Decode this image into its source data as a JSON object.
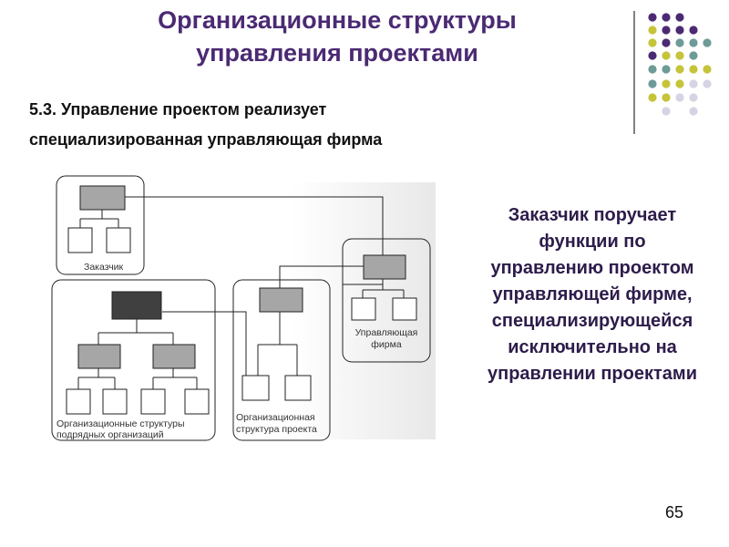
{
  "slide": {
    "title_line1": "Организационные структуры",
    "title_line2": "управления проектами",
    "subtitle_line1": "5.3. Управление проектом реализует",
    "subtitle_line2": "специализированная управляющая фирма",
    "side_text": [
      "Заказчик поручает",
      "функции по",
      "управлению проектом",
      "управляющей фирме,",
      "специализирующейся",
      "исключительно на",
      "управлении проектами"
    ],
    "page_number": "65"
  },
  "diagram": {
    "customer_label": "Заказчик",
    "firm_label_line1": "Управляющая",
    "firm_label_line2": "фирма",
    "contractors_label_line1": "Организационные структуры",
    "contractors_label_line2": "подрядных организаций",
    "project_label_line1": "Организационная",
    "project_label_line2": "структура проекта"
  },
  "colors": {
    "title": "#4b2a73",
    "side_text": "#2d1c4a",
    "dot_purple": "#4b2a73",
    "dot_teal": "#6e9a98",
    "dot_olive": "#c5c43a",
    "dot_lavender": "#d4d4e4",
    "box_gray": "#a6a6a6",
    "box_dark": "#404040"
  }
}
